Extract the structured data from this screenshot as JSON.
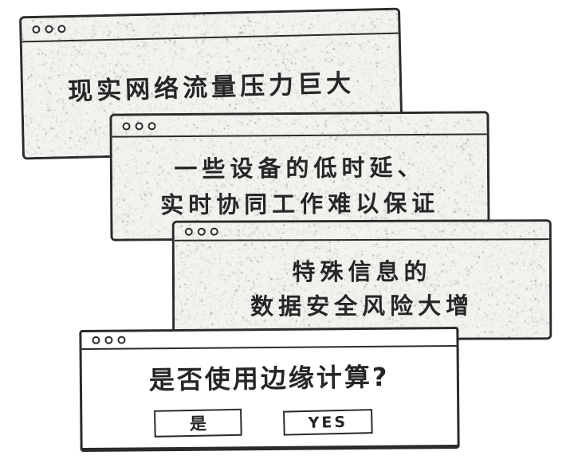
{
  "colors": {
    "ink": "#2b2b2b",
    "paper": "#ffffff",
    "grain_base": "#f4f2ef"
  },
  "windows": [
    {
      "id": "traffic",
      "lines": [
        "现实网络流量压力巨大"
      ]
    },
    {
      "id": "latency",
      "lines": [
        "一些设备的低时延、",
        "实时协同工作难以保证"
      ]
    },
    {
      "id": "security",
      "lines": [
        "特殊信息的",
        "数据安全风险大增"
      ]
    },
    {
      "id": "dialog",
      "question": "是否使用边缘计算?",
      "buttons": [
        {
          "label": "是"
        },
        {
          "label": "YES"
        }
      ]
    }
  ]
}
